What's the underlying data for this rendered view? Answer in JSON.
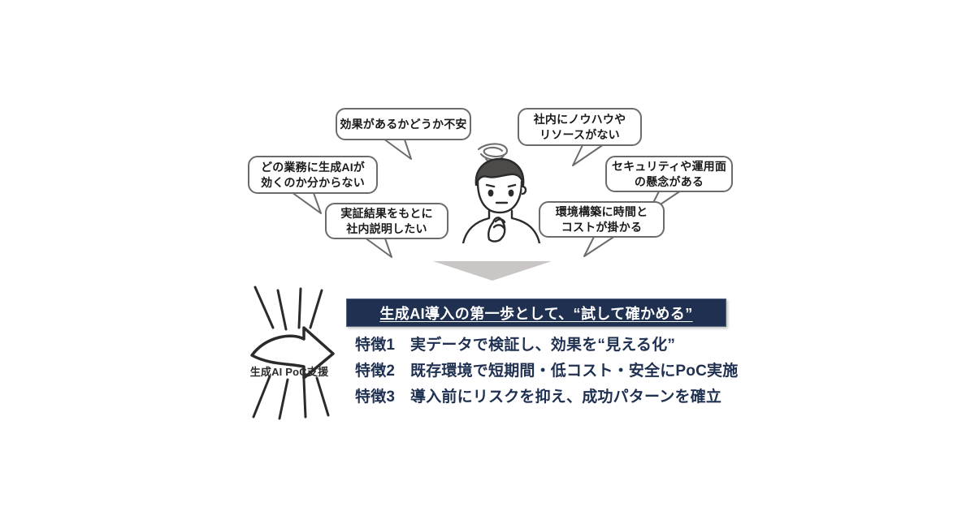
{
  "page": {
    "background_color": "#ffffff",
    "accent_navy": "#1f3050",
    "bubble_stroke": "#6b6b6b",
    "triangle_color": "#cac6c5"
  },
  "concerns": {
    "section_name": "customer-concerns",
    "bubbles": [
      {
        "id": "bubble-effectiveness",
        "text": "効果があるかどうか不安",
        "lines": [
          "効果があるかどうか不安"
        ]
      },
      {
        "id": "bubble-which-task",
        "text": "どの業務に生成AIが\n効くのか分からない",
        "lines": [
          "どの業務に生成AIが",
          "効くのか分からない"
        ]
      },
      {
        "id": "bubble-internal-explanation",
        "text": "実証結果をもとに\n社内説明したい",
        "lines": [
          "実証結果をもとに",
          "社内説明したい"
        ]
      },
      {
        "id": "bubble-no-knowhow",
        "text": "社内にノウハウや\nリソースがない",
        "lines": [
          "社内にノウハウや",
          "リソースがない"
        ]
      },
      {
        "id": "bubble-security",
        "text": "セキュリティや運用面\nの懸念がある",
        "lines": [
          "セキュリティや運用面",
          "の懸念がある"
        ]
      },
      {
        "id": "bubble-cost-time",
        "text": "環境構築に時間と\nコストが掛かる",
        "lines": [
          "環境構築に時間と",
          "コストが掛かる"
        ]
      }
    ],
    "person_icon": "thinking-person-illustration",
    "confusion_icon": "scribble-swirl"
  },
  "transition": {
    "arrow_icon": "down-triangle-arrow"
  },
  "solution": {
    "service_arrow_icon": "curved-right-arrow",
    "service_label": "生成AI PoC支援",
    "banner_headline": "生成AI導入の第一歩として、“試して確かめる”",
    "features": [
      {
        "label": "特徴1",
        "text": "実データで検証し、効果を“見える化”"
      },
      {
        "label": "特徴2",
        "text": "既存環境で短期間・低コスト・安全にPoC実施"
      },
      {
        "label": "特徴3",
        "text": "導入前にリスクを抑え、成功パターンを確立"
      }
    ]
  }
}
